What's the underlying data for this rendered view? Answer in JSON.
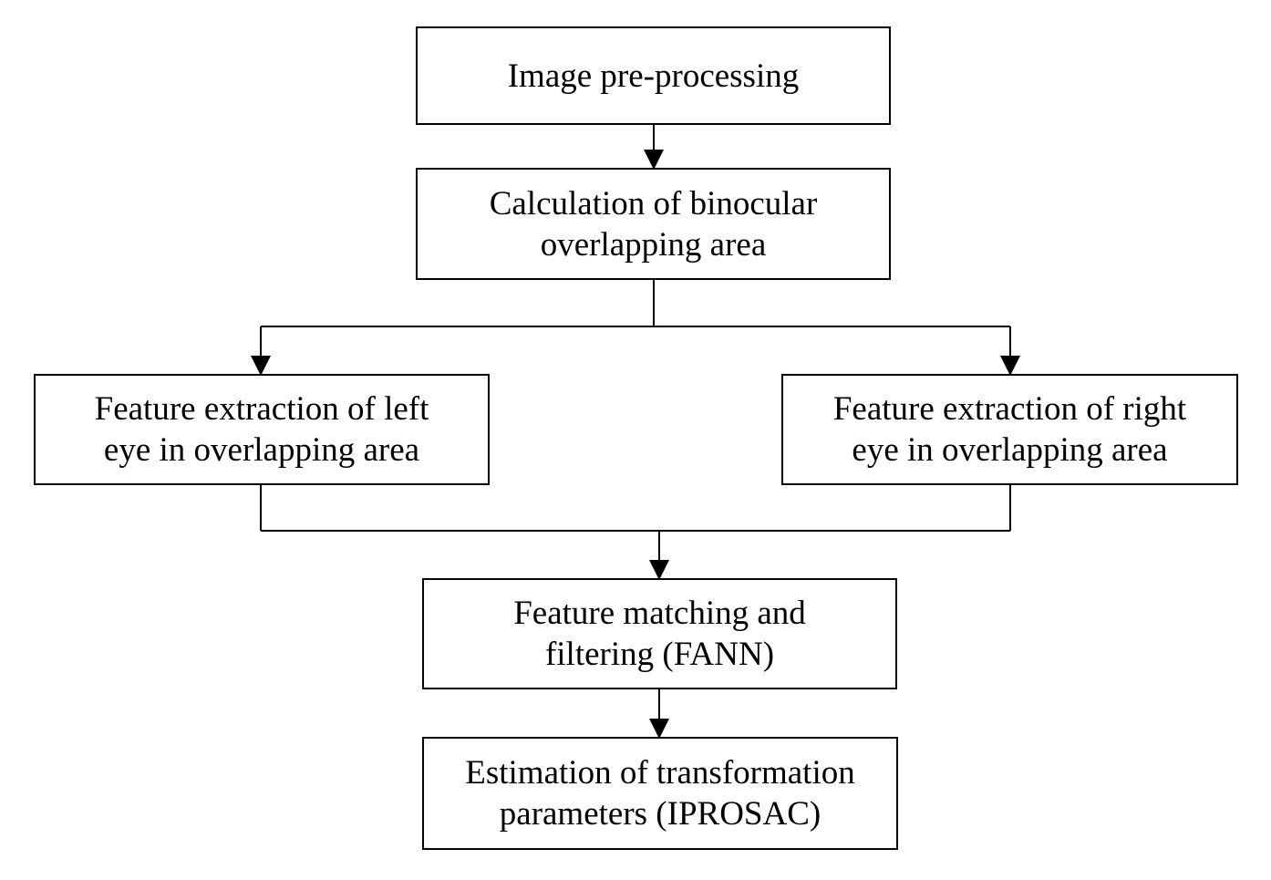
{
  "diagram": {
    "nodes": {
      "preprocessing": {
        "lines": [
          "Image pre-processing"
        ]
      },
      "overlap": {
        "lines": [
          "Calculation of binocular",
          "overlapping area"
        ]
      },
      "left": {
        "lines": [
          "Feature extraction of left",
          "eye in overlapping area"
        ]
      },
      "right": {
        "lines": [
          "Feature extraction of right",
          "eye in overlapping area"
        ]
      },
      "matching": {
        "lines": [
          "Feature matching and",
          "filtering (FANN)"
        ]
      },
      "estimation": {
        "lines": [
          "Estimation of transformation",
          "parameters (IPROSAC)"
        ]
      }
    },
    "edges": [
      {
        "from": "preprocessing",
        "to": "overlap"
      },
      {
        "from": "overlap",
        "to": "left"
      },
      {
        "from": "overlap",
        "to": "right"
      },
      {
        "from": "left",
        "to": "matching"
      },
      {
        "from": "right",
        "to": "matching"
      },
      {
        "from": "matching",
        "to": "estimation"
      }
    ],
    "colors": {
      "stroke": "#000000",
      "fill": "#ffffff",
      "text": "#000000"
    }
  }
}
